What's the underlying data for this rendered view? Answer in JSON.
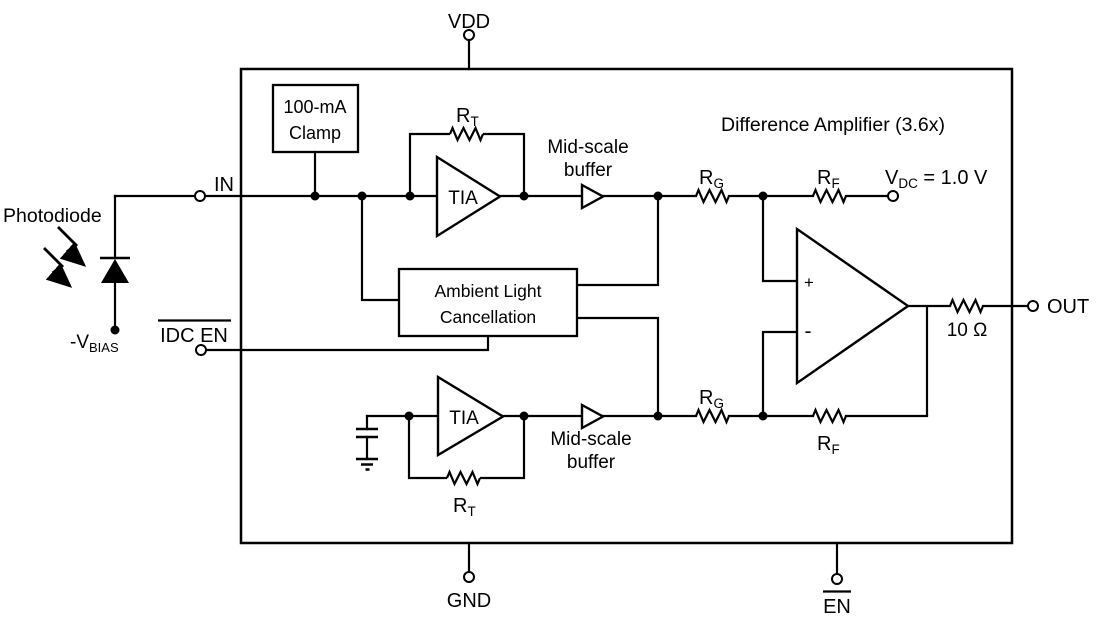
{
  "diagram_title": "Difference Amplifier (3.6x)",
  "pins": {
    "vdd": "VDD",
    "gnd": "GND",
    "in": "IN",
    "out": "OUT",
    "en": "EN",
    "idc_en": "IDC EN"
  },
  "photodiode": {
    "label": "Photodiode",
    "bias_main": "-V",
    "bias_sub": "BIAS"
  },
  "blocks": {
    "clamp_line1": "100-mA",
    "clamp_line2": "Clamp",
    "alc_line1": "Ambient Light",
    "alc_line2": "Cancellation",
    "tia_top": "TIA",
    "tia_bottom": "TIA",
    "buffer_top_line1": "Mid-scale",
    "buffer_top_line2": "buffer",
    "buffer_bottom_line1": "Mid-scale",
    "buffer_bottom_line2": "buffer"
  },
  "components": {
    "r_main": "R",
    "rt_sub": "T",
    "rg_sub": "G",
    "rf_sub": "F",
    "out_resistor": "10 Ω",
    "vdc_main": "V",
    "vdc_sub": "DC",
    "vdc_rest": " = 1.0 V",
    "opamp_plus": "+",
    "opamp_minus": "-"
  },
  "colors": {
    "line": "#000000",
    "background": "#ffffff"
  }
}
